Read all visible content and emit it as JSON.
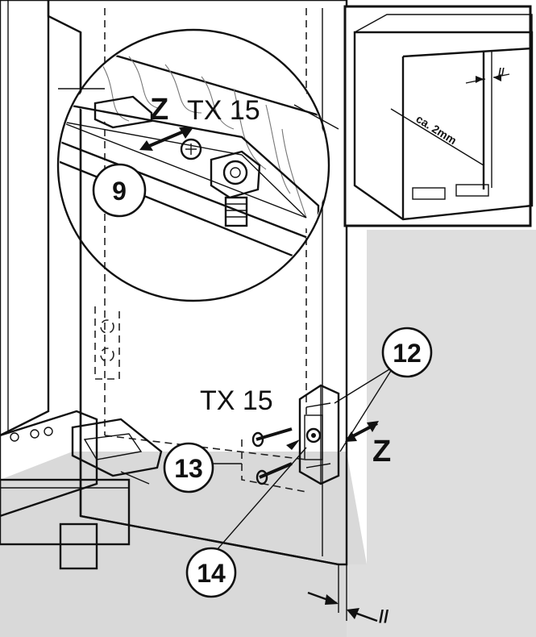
{
  "labels": {
    "tx_top": "TX 15",
    "tx_bottom": "TX 15",
    "z_top": "Z",
    "z_bottom": "Z",
    "gap_inset": "ca. 2mm",
    "parallel_inset": "//",
    "parallel_bottom": "//"
  },
  "callouts": {
    "c9": "9",
    "c12": "12",
    "c13": "13",
    "c14": "14"
  },
  "colors": {
    "line": "#111111",
    "floor_gray": "#d9d9d9",
    "wall_gray": "#ececec",
    "panel_white": "#ffffff"
  }
}
